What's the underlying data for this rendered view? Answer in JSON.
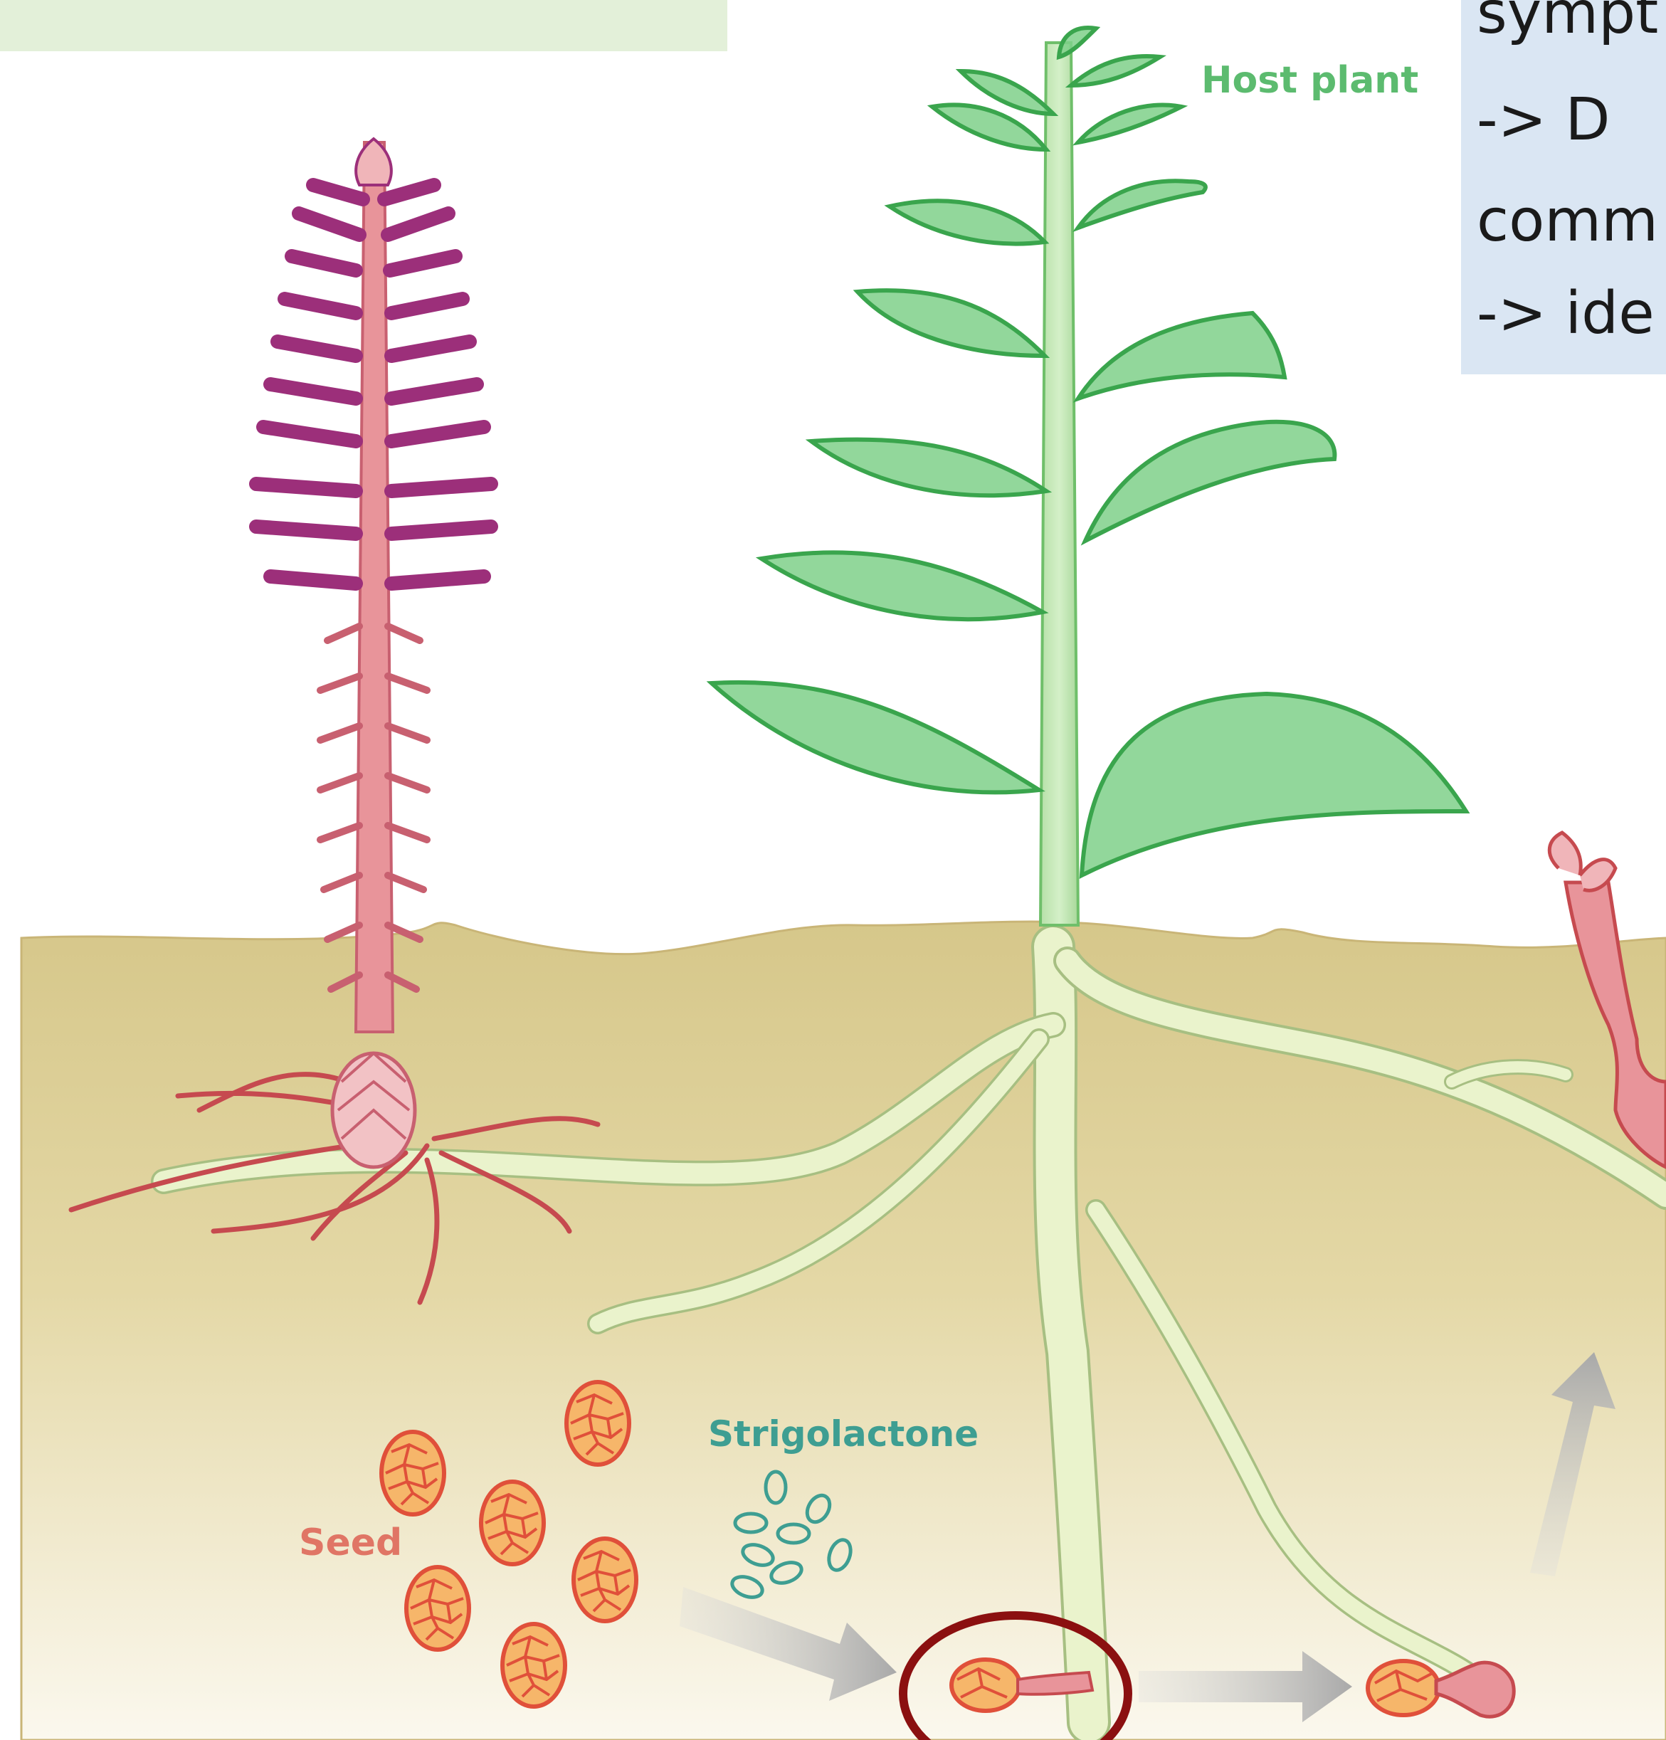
{
  "labels": {
    "host_plant": "Host plant",
    "seed": "Seed",
    "strigolactone": "Strigolactone"
  },
  "text_box": {
    "lines": [
      "sympt",
      "->    D",
      "comm",
      "-> ide"
    ]
  },
  "colors": {
    "host_label": "#5cbb6f",
    "seed_label": "#e07565",
    "strigolactone_label": "#3e9e92",
    "host_leaf": "#7fd08a",
    "host_leaf_stroke": "#3aa54d",
    "parasite_stem": "#e8949a",
    "parasite_flower": "#9c2f7a",
    "soil": "#d8c98c",
    "root": "#e8f0c8",
    "seed_fill": "#f6b66a",
    "seed_stroke": "#e0503a",
    "highlight_circle": "#8b1010",
    "arrow": "#bcbcbc",
    "top_band": "#e3f0d9",
    "text_box_bg": "#dae6f3"
  }
}
